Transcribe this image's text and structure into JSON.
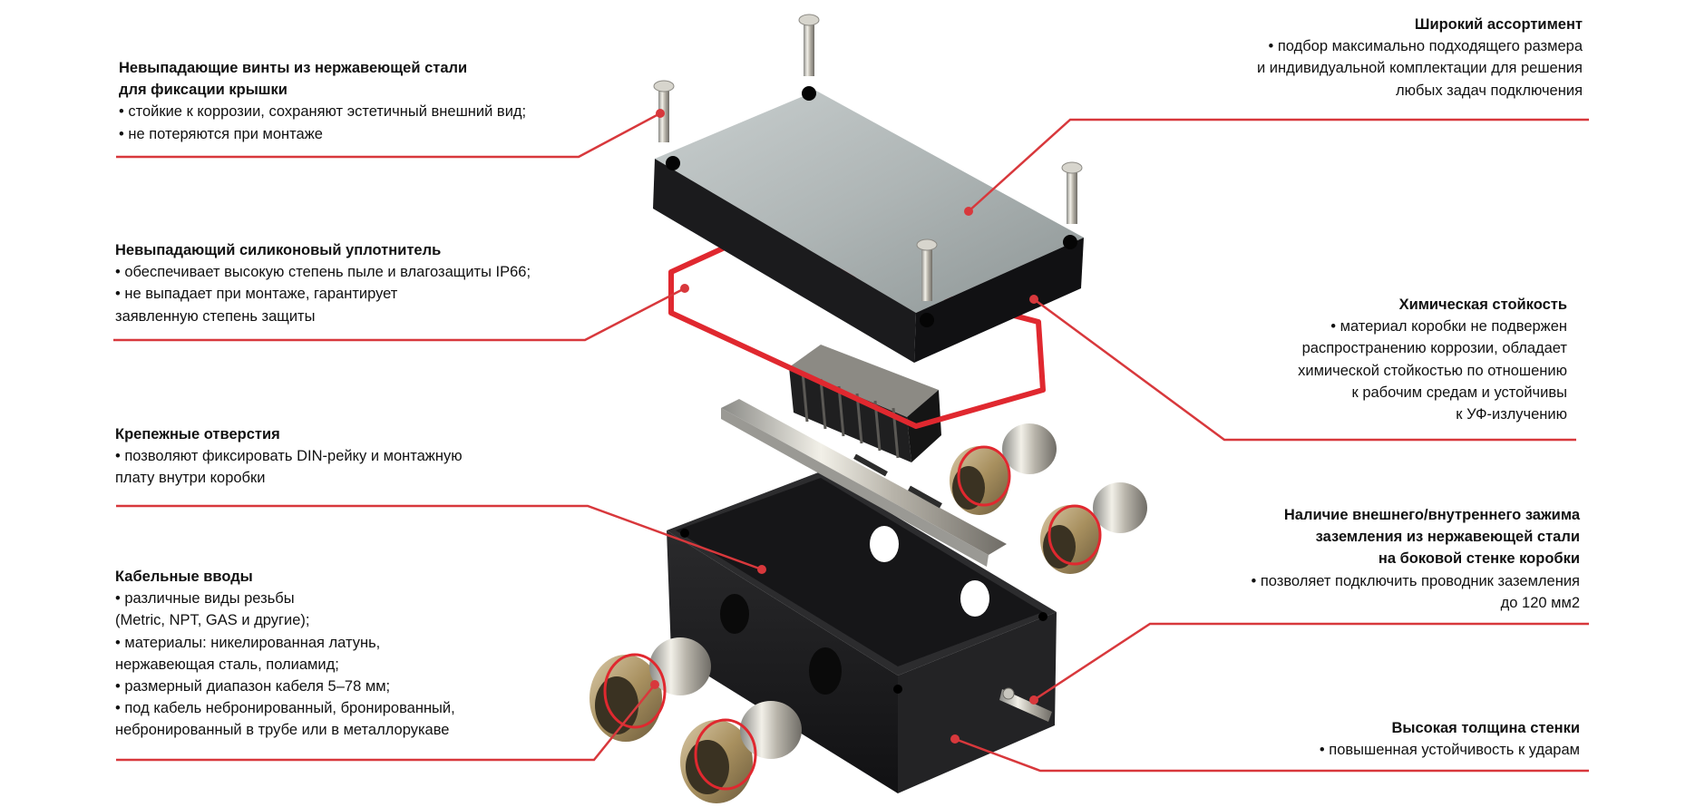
{
  "colors": {
    "leader": "#d8383c",
    "gasket": "#e0282f",
    "box": "#1c1c1e",
    "lid": "#a9b0b0"
  },
  "callouts": {
    "screws": {
      "title_1": "Невыпадающие винты из нержавеющей стали",
      "title_2": "для фиксации крышки",
      "lines": [
        "• стойкие к коррозии, сохраняют эстетичный внешний вид;",
        "• не потеряются при монтаже"
      ]
    },
    "seal": {
      "title": "Невыпадающий силиконовый уплотнитель",
      "lines": [
        "• обеспечивает высокую степень пыле и влагозащиты IP66;",
        "• не выпадает при монтаже, гарантирует",
        "заявленную степень защиты"
      ]
    },
    "holes": {
      "title": "Крепежные отверстия",
      "lines": [
        "• позволяют фиксировать DIN-рейку и монтажную",
        "плату внутри коробки"
      ]
    },
    "glands": {
      "title": "Кабельные вводы",
      "lines": [
        "• различные виды резьбы",
        "(Metric, NPT, GAS и другие);",
        "• материалы: никелированная латунь,",
        "нержавеющая сталь, полиамид;",
        "• размерный диапазон кабеля 5–78 мм;",
        "• под кабель небронированный, бронированный,",
        "небронированный в трубе или в металлорукаве"
      ]
    },
    "range": {
      "title": "Широкий ассортимент",
      "lines": [
        "• подбор максимально подходящего размера",
        "и индивидуальной комплектации для решения",
        "любых задач подключения"
      ]
    },
    "chemical": {
      "title": "Химическая стойкость",
      "lines": [
        "• материал коробки не подвержен",
        "распространению коррозии, обладает",
        "химической стойкостью по отношению",
        "к рабочим средам и устойчивы",
        "к УФ-излучению"
      ]
    },
    "ground": {
      "title_1": "Наличие внешнего/внутреннего зажима",
      "title_2": "заземления из нержавеющей стали",
      "title_3": "на боковой стенке коробки",
      "lines": [
        "• позволяет подключить проводник заземления",
        "до 120 мм2"
      ]
    },
    "wall": {
      "title": "Высокая толщина стенки",
      "lines": [
        "• повышенная устойчивость к ударам"
      ]
    }
  },
  "illustration": {
    "parts": [
      "lid",
      "screws",
      "gasket",
      "terminal-block",
      "din-rail",
      "box-body",
      "cable-glands",
      "ground-clamp"
    ]
  }
}
